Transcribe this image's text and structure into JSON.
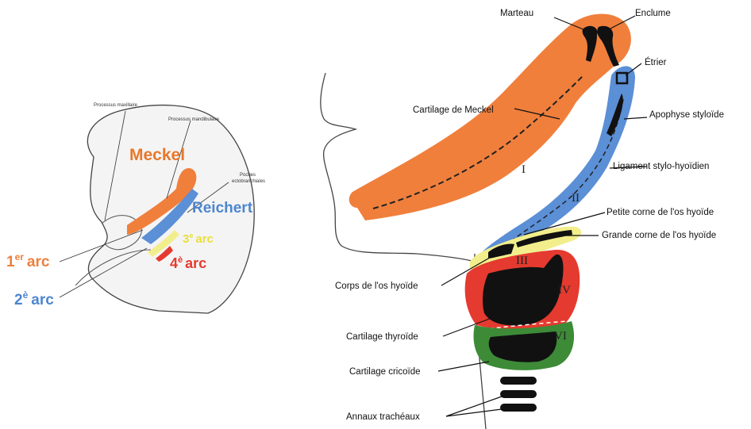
{
  "left": {
    "tiny_labels": {
      "processus_maxillaire": "Processus maxillaire",
      "processus_mandibulaire": "Processus mandibulaire",
      "poches_line1": "Poches",
      "poches_line2": "ectobranchiales"
    },
    "meckel": "Meckel",
    "reichert": "Reichert",
    "arc3": {
      "num": "3",
      "sup": "e",
      "word": "arc"
    },
    "arc4": {
      "num": "4",
      "sup": "è",
      "word": "arc"
    },
    "arc1": {
      "num": "1",
      "sup": "er",
      "word": "arc"
    },
    "arc2": {
      "num": "2",
      "sup": "è",
      "word": "arc"
    }
  },
  "right": {
    "labels": {
      "marteau": "Marteau",
      "enclume": "Enclume",
      "etrier": "Étrier",
      "cartilage_meckel": "Cartilage de Meckel",
      "apophyse": "Apophyse styloïde",
      "ligament": "Ligament stylo-hyoïdien",
      "petite_corne": "Petite corne de l'os hyoïde",
      "grande_corne": "Grande corne de l'os hyoïde",
      "corps": "Corps de l'os hyoïde",
      "thyroide": "Cartilage thyroïde",
      "cricoide": "Cartilage cricoïde",
      "annaux": "Annaux trachéaux"
    },
    "roman": {
      "I": "I",
      "II": "II",
      "III": "III",
      "IV": "IV",
      "VI": "VI"
    }
  },
  "colors": {
    "orange": "#F07F3C",
    "orange_label": "#E8782B",
    "blue": "#5B8FD6",
    "blue_label": "#4D86D0",
    "yellow": "#F2EE8C",
    "yellow_label": "#E9DF3A",
    "red": "#E53A2F",
    "green": "#3D8B37",
    "black": "#111111"
  }
}
